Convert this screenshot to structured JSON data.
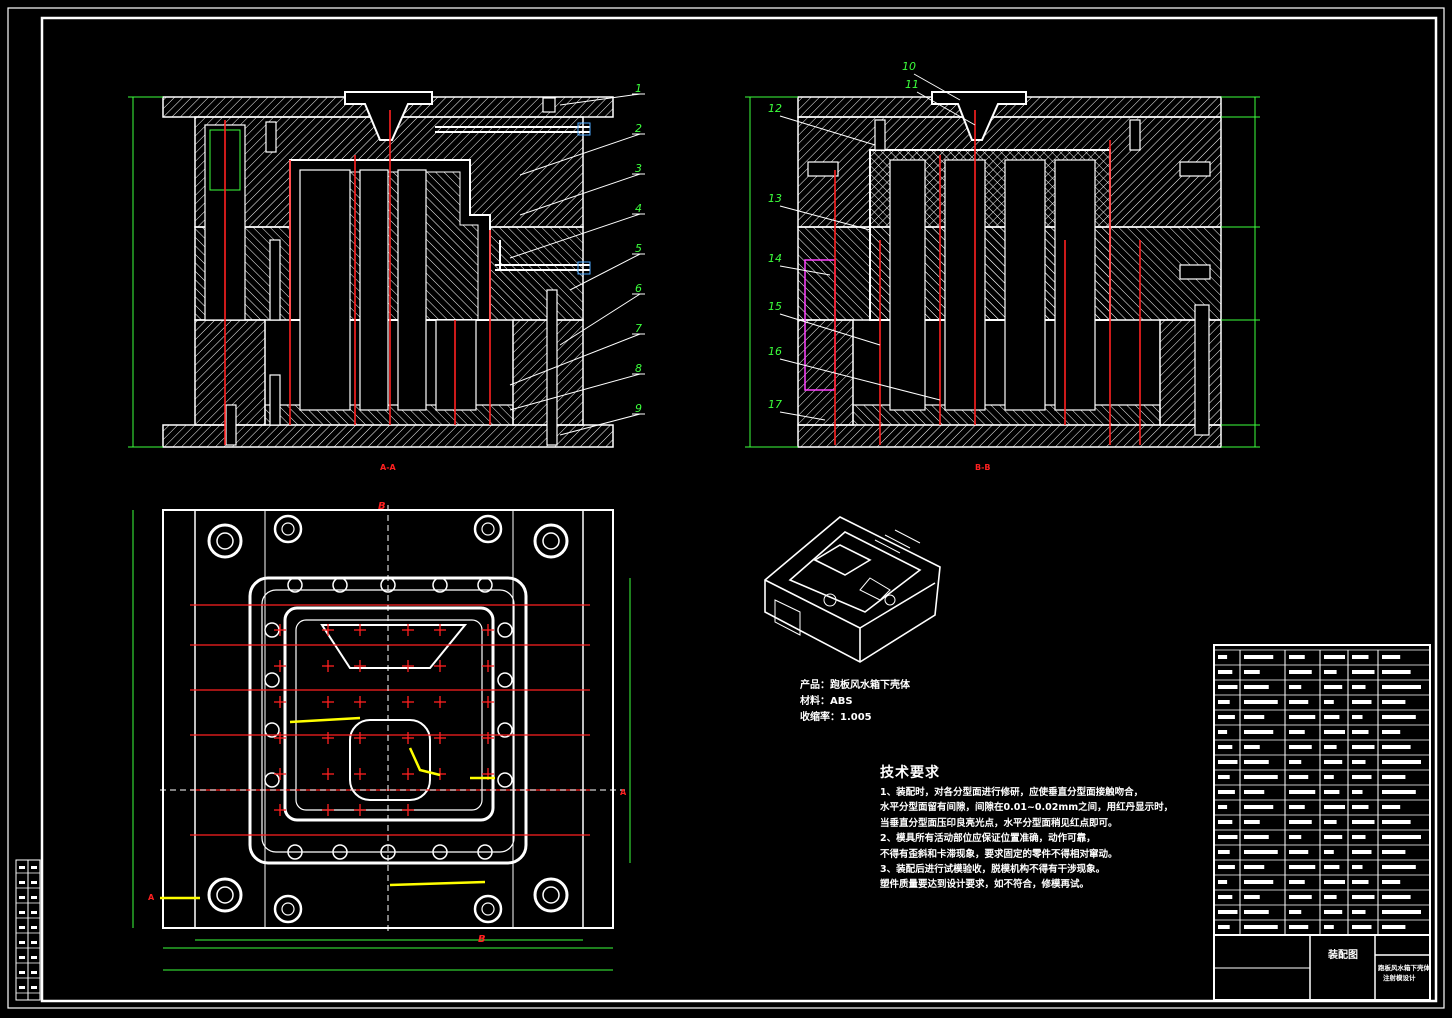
{
  "section_labels": {
    "section_a": "A-A",
    "section_b": "B-B",
    "cut_b_top": "B",
    "cut_b_bottom": "B",
    "cut_a_right": "A",
    "cut_a_left": "A"
  },
  "part_callouts": {
    "left": [
      "1",
      "2",
      "3",
      "4",
      "5",
      "6",
      "7",
      "8",
      "9"
    ],
    "right": [
      "10",
      "11",
      "12",
      "13",
      "14",
      "15",
      "16",
      "17"
    ]
  },
  "product_info": {
    "line1": "产品：跑板风水箱下壳体",
    "line2": "材料：ABS",
    "line3": "收缩率：1.005"
  },
  "tech_requirements": {
    "title": "技术要求",
    "lines": [
      "1、装配时，对各分型面进行修研，应使垂直分型面接触吻合，",
      "水平分型面留有间隙，间隙在0.01~0.02mm之间，用红丹显示时，",
      "当垂直分型面压印良亮光点，水平分型面稍见红点即可。",
      "2、模具所有活动部位应保证位置准确，动作可靠，",
      "不得有歪斜和卡滞现象，要求固定的零件不得相对窜动。",
      "3、装配后进行试模验收，脱模机构不得有干涉现象。",
      "塑件质量要达到设计要求，如不符合，修模再试。"
    ]
  },
  "title_block": {
    "drawing_name": "装配图",
    "part_name_1": "跑板风水箱下壳体",
    "part_name_2": "注射模设计"
  },
  "colors": {
    "background": "#000000",
    "line": "#ffffff",
    "centerline": "#ff2020",
    "dimension": "#3cff3c",
    "highlight": "#ffff00",
    "ejector": "#ff40ff",
    "cooling": "#4aa8ff"
  }
}
